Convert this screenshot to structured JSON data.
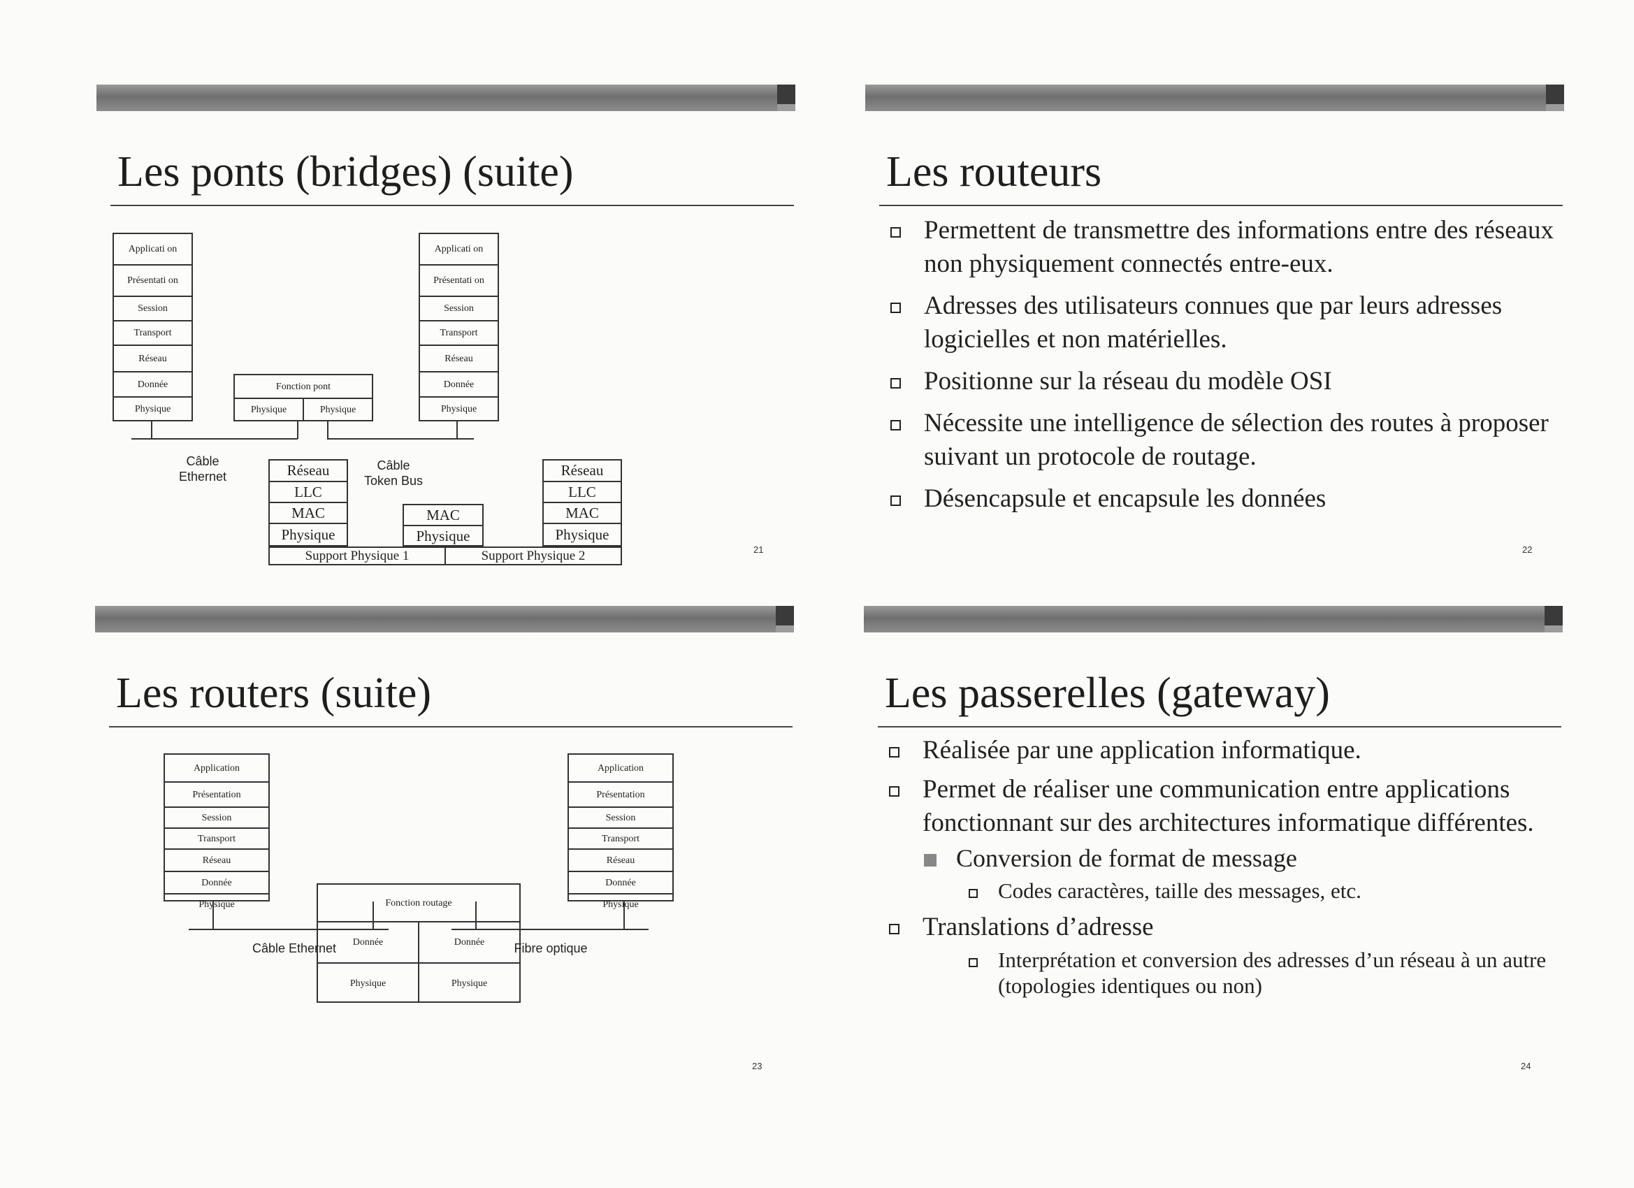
{
  "slides": {
    "s21": {
      "title": "Les ponts (bridges) (suite)",
      "page": "21",
      "stack_left": [
        "Applicati on",
        "Présentati on",
        "Session",
        "Transport",
        "Réseau",
        "Donnée",
        "Physique"
      ],
      "stack_right": [
        "Applicati on",
        "Présentati on",
        "Session",
        "Transport",
        "Réseau",
        "Donnée",
        "Physique"
      ],
      "bridge": {
        "title": "Fonction pont",
        "left": "Physique",
        "right": "Physique"
      },
      "cable_ethernet": "Câble Ethernet",
      "cable_token": "Câble Token Bus",
      "net_left": [
        "Réseau",
        "LLC",
        "MAC",
        "Physique"
      ],
      "net_mid": [
        "MAC",
        "Physique"
      ],
      "net_right": [
        "Réseau",
        "LLC",
        "MAC",
        "Physique"
      ],
      "support1": "Support Physique 1",
      "support2": "Support Physique 2"
    },
    "s22": {
      "title": "Les routeurs",
      "page": "22",
      "bullets": [
        "Permettent de transmettre des informations entre des réseaux non physiquement connectés entre-eux.",
        "Adresses des utilisateurs connues que par leurs adresses logicielles et non matérielles.",
        "Positionne sur la réseau du modèle OSI",
        "Nécessite une intelligence de sélection des routes à proposer suivant un protocole de routage.",
        "Désencapsule et encapsule les données"
      ]
    },
    "s23": {
      "title": "Les routers (suite)",
      "page": "23",
      "stack_left": [
        "Application",
        "Présentation",
        "Session",
        "Transport",
        "Réseau",
        "Donnée",
        "Physique"
      ],
      "stack_right": [
        "Application",
        "Présentation",
        "Session",
        "Transport",
        "Réseau",
        "Donnée",
        "Physique"
      ],
      "router": {
        "title": "Fonction routage",
        "d1": "Donnée",
        "d2": "Donnée",
        "p1": "Physique",
        "p2": "Physique"
      },
      "cable_ethernet": "Câble Ethernet",
      "fibre": "Fibre optique"
    },
    "s24": {
      "title": "Les passerelles (gateway)",
      "page": "24",
      "b1": "Réalisée par une application informatique.",
      "b2": "Permet de réaliser une communication entre applications fonctionnant sur des architectures informatique différentes.",
      "b2_sub": "Conversion de format de message",
      "b2_subsub": "Codes caractères, taille des messages, etc.",
      "b3": "Translations d’adresse",
      "b3_subsub": "Interprétation et conversion des adresses d’un réseau à un autre (topologies identiques ou non)"
    }
  }
}
